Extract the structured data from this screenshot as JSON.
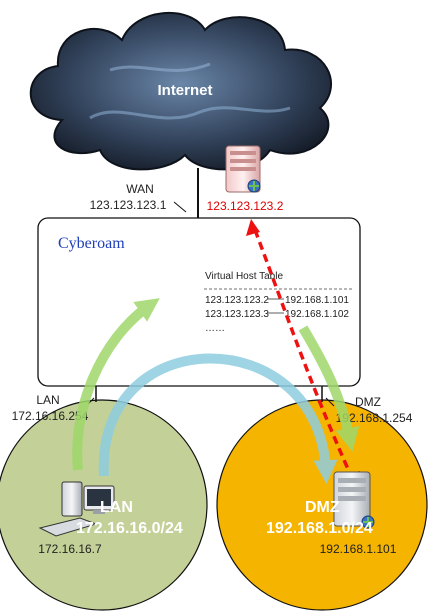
{
  "internet": {
    "label": "Internet"
  },
  "wan": {
    "label": "WAN",
    "ip": "123.123.123.1",
    "public_ip": "123.123.123.2"
  },
  "firewall": {
    "name": "Cyberoam"
  },
  "vht": {
    "title": "Virtual Host Table",
    "row1_pub": "123.123.123.2",
    "row1_priv": "192.168.1.101",
    "row2_pub": "123.123.123.3",
    "row2_priv": "192.168.1.102",
    "more": "……"
  },
  "lan": {
    "label": "LAN",
    "ip": "172.16.16.254",
    "zone_name": "LAN",
    "subnet": "172.16.16.0/24",
    "host_ip": "172.16.16.7"
  },
  "dmz": {
    "label": "DMZ",
    "ip": "192.168.1.254",
    "zone_name": "DMZ",
    "subnet": "192.168.1.0/24",
    "host_ip": "192.168.1.101"
  },
  "colors": {
    "cloud": "#2f3d52",
    "lan_zone": "#c3d199",
    "dmz_zone": "#f5b400",
    "green_arrow": "#9fd86a",
    "blue_arrow": "#8ecde0",
    "red_dashed": "#ee1111",
    "public_ip_text": "#e00000",
    "cyberoam_text": "#1f3fb8"
  }
}
